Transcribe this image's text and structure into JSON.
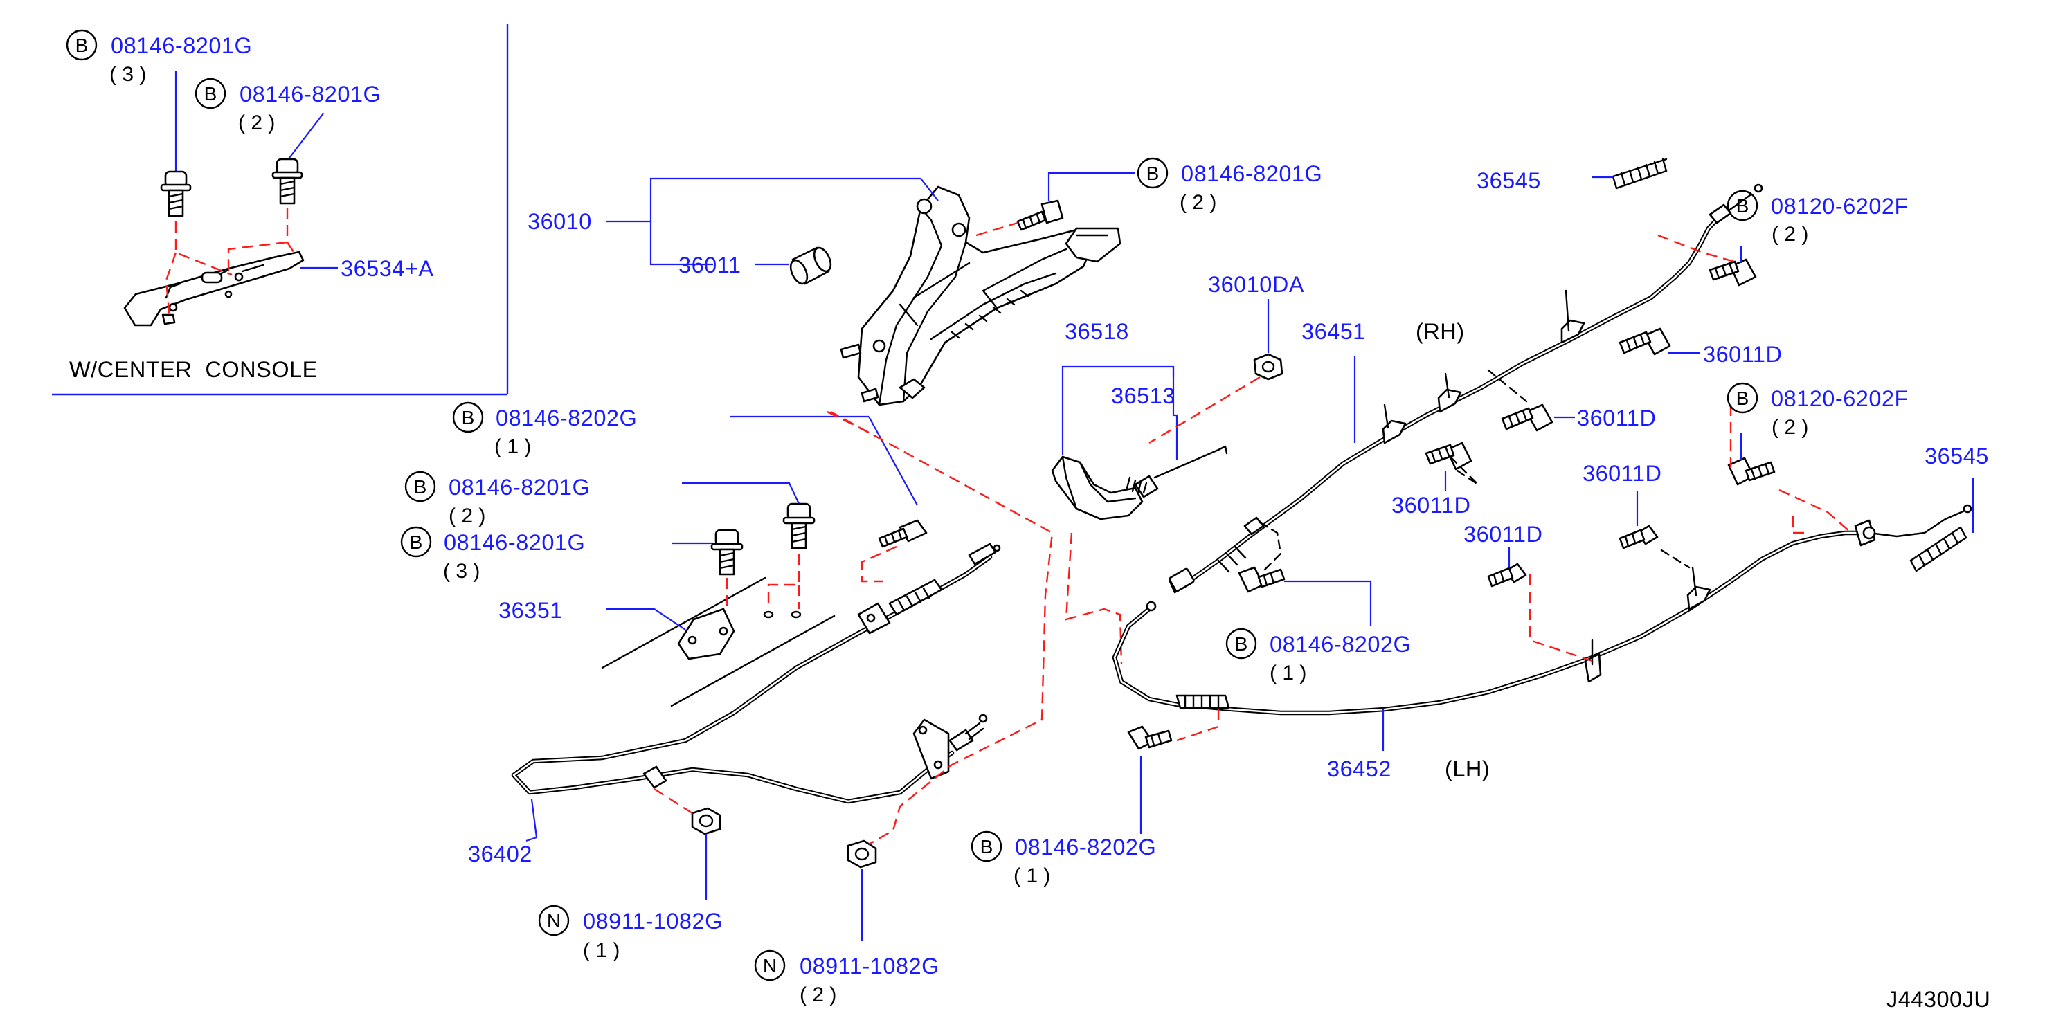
{
  "diagram_id": "J44300JU",
  "colors": {
    "part_number": "#1a1aff",
    "leader": "#1a1aff",
    "dash": "#ff1a1a",
    "drawing": "#000000"
  },
  "inset": {
    "note": "W/CENTER  CONSOLE"
  },
  "side_labels": {
    "rh": "(RH)",
    "lh": "(LH)"
  },
  "callouts": [
    {
      "id": "inset-b1",
      "part": "08146-8201G",
      "prefix": "B",
      "qty": "( 3 )"
    },
    {
      "id": "inset-b2",
      "part": "08146-8201G",
      "prefix": "B",
      "qty": "( 2 )"
    },
    {
      "id": "inset-36534",
      "part": "36534+A"
    },
    {
      "id": "p36010",
      "part": "36010"
    },
    {
      "id": "p36011",
      "part": "36011"
    },
    {
      "id": "b-top",
      "part": "08146-8201G",
      "prefix": "B",
      "qty": "( 2 )"
    },
    {
      "id": "p36010da",
      "part": "36010DA"
    },
    {
      "id": "p36518",
      "part": "36518"
    },
    {
      "id": "p36513",
      "part": "36513"
    },
    {
      "id": "b-8202-1",
      "part": "08146-8202G",
      "prefix": "B",
      "qty": "( 1 )"
    },
    {
      "id": "b-8201-2",
      "part": "08146-8201G",
      "prefix": "B",
      "qty": "( 2 )"
    },
    {
      "id": "b-8201-3",
      "part": "08146-8201G",
      "prefix": "B",
      "qty": "( 3 )"
    },
    {
      "id": "p36351",
      "part": "36351"
    },
    {
      "id": "p36402",
      "part": "36402"
    },
    {
      "id": "n-1",
      "part": "08911-1082G",
      "prefix": "N",
      "qty": "( 1 )"
    },
    {
      "id": "n-2",
      "part": "08911-1082G",
      "prefix": "N",
      "qty": "( 2 )"
    },
    {
      "id": "b-8202-bottom",
      "part": "08146-8202G",
      "prefix": "B",
      "qty": "( 1 )"
    },
    {
      "id": "b-8202-mid",
      "part": "08146-8202G",
      "prefix": "B",
      "qty": "( 1 )"
    },
    {
      "id": "p36452",
      "part": "36452"
    },
    {
      "id": "p36451",
      "part": "36451"
    },
    {
      "id": "p36545-top",
      "part": "36545"
    },
    {
      "id": "b-6202-top",
      "part": "08120-6202F",
      "prefix": "B",
      "qty": "( 2 )"
    },
    {
      "id": "p36011d-a",
      "part": "36011D"
    },
    {
      "id": "p36011d-b",
      "part": "36011D"
    },
    {
      "id": "b-6202-right",
      "part": "08120-6202F",
      "prefix": "B",
      "qty": "( 2 )"
    },
    {
      "id": "p36011d-c",
      "part": "36011D"
    },
    {
      "id": "p36545-right",
      "part": "36545"
    },
    {
      "id": "p36011d-d",
      "part": "36011D"
    },
    {
      "id": "p36011d-e",
      "part": "36011D"
    }
  ]
}
